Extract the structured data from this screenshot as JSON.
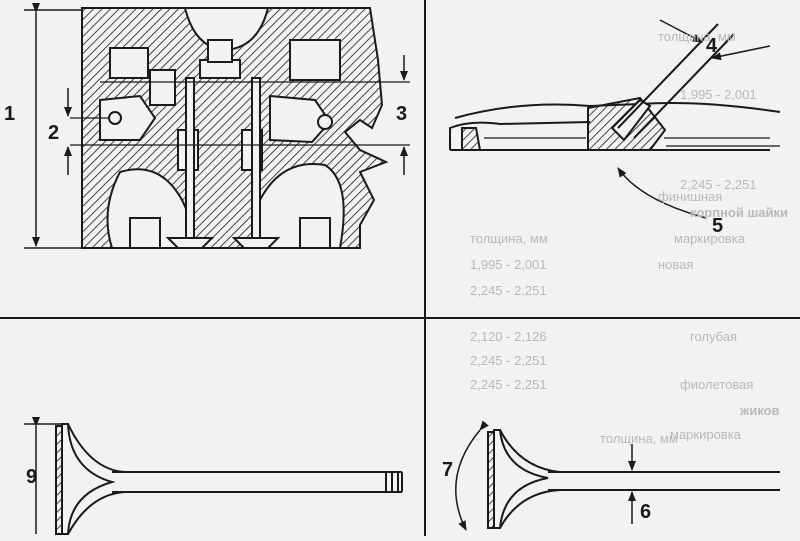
{
  "callouts": {
    "c1": "1",
    "c2": "2",
    "c3": "3",
    "c4": "4",
    "c5": "5",
    "c6": "6",
    "c7": "7",
    "c9": "9"
  },
  "bleed_through": {
    "mm_header": "толщина, мм",
    "thickness_header": "толщина, мм",
    "t1": "1,995 - 2,001",
    "t2": "2,245 - 2,251",
    "t3": "1,995 - 2,001",
    "t4": "2,245 - 2,251",
    "t5": "2,120 - 2,126",
    "t6": "2,245 - 2,251",
    "t7": "2,245 - 2,251",
    "lower_header": "толщина, мм",
    "w1": "финишная",
    "w2": "корпной шайки",
    "w3": "маркировка",
    "w4": "новая",
    "w5": "голубая",
    "w6": "фиолетовая",
    "w7": "жиков",
    "w8": "маркировка"
  },
  "colors": {
    "ink": "#1a1a1a",
    "paper": "#f2f2f2",
    "ghost": "#b9b9b9"
  }
}
